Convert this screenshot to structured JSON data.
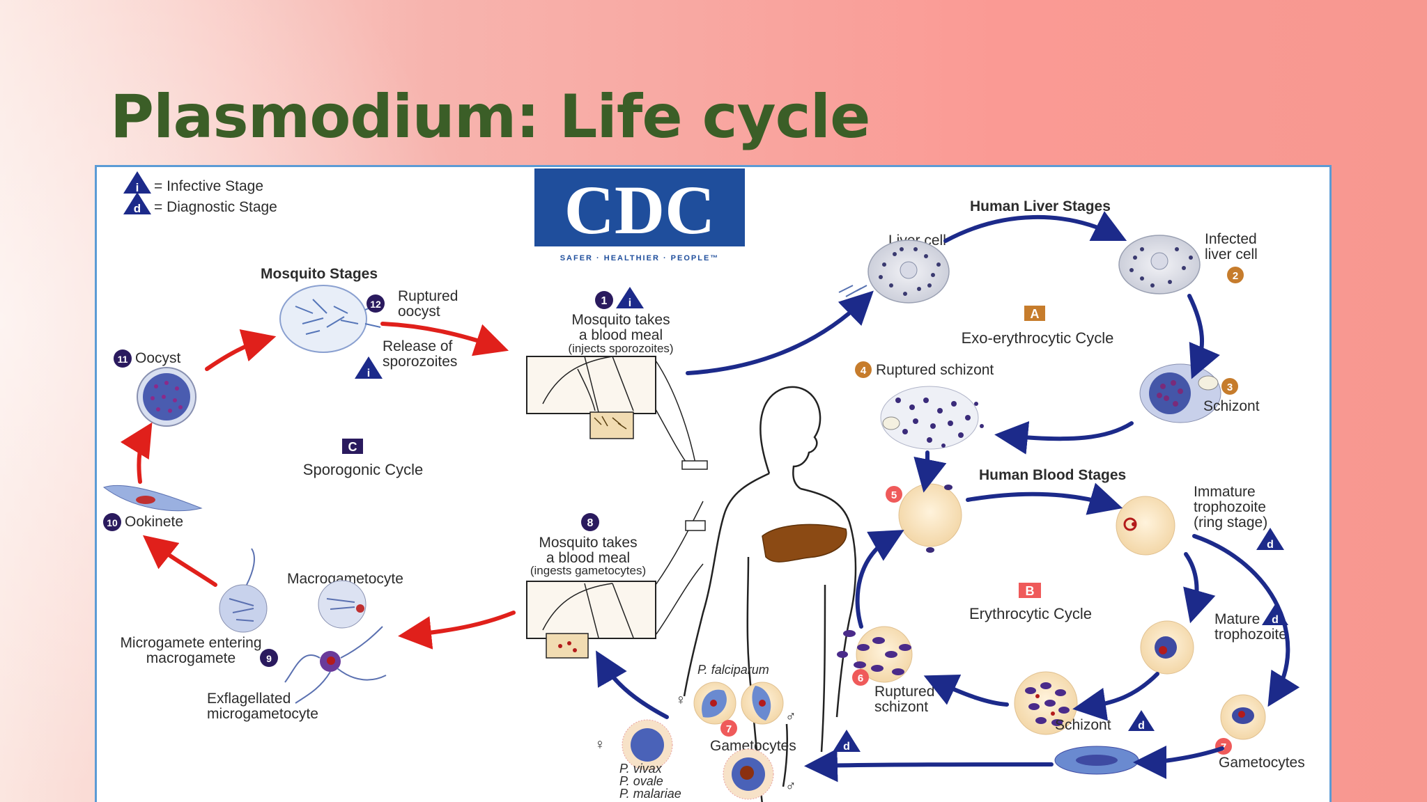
{
  "slide": {
    "title": "Plasmodium: Life cycle"
  },
  "legend": {
    "infective_symbol": "i",
    "infective_text": "= Infective Stage",
    "diagnostic_symbol": "d",
    "diagnostic_text": "= Diagnostic Stage"
  },
  "logo": {
    "text": "CDC",
    "tagline": "SAFER · HEALTHIER · PEOPLE™"
  },
  "sections": {
    "mosquito": "Mosquito Stages",
    "liver": "Human Liver Stages",
    "blood": "Human Blood Stages"
  },
  "cycles": {
    "A": {
      "letter": "A",
      "name": "Exo-erythrocytic Cycle"
    },
    "B": {
      "letter": "B",
      "name": "Erythrocytic Cycle"
    },
    "C": {
      "letter": "C",
      "name": "Sporogonic Cycle"
    }
  },
  "steps": {
    "s1": {
      "num": "1",
      "line1": "Mosquito takes",
      "line2": "a blood meal",
      "line3": "(injects sporozoites)"
    },
    "s2": {
      "num": "2",
      "line1": "Infected",
      "line2": "liver cell"
    },
    "s3": {
      "num": "3",
      "label": "Schizont"
    },
    "s4": {
      "num": "4",
      "label": "Ruptured schizont"
    },
    "s5": {
      "num": "5"
    },
    "s6": {
      "num": "6",
      "line1": "Ruptured",
      "line2": "schizont"
    },
    "s7": {
      "num": "7",
      "label": "Gametocytes"
    },
    "s8": {
      "num": "8",
      "line1": "Mosquito takes",
      "line2": "a blood meal",
      "line3": "(ingests gametocytes)"
    },
    "s9": {
      "num": "9",
      "line1": "Microgamete entering",
      "line2": "macrogamete"
    },
    "s10": {
      "num": "10",
      "label": "Ookinete"
    },
    "s11": {
      "num": "11",
      "label": "Oocyst"
    },
    "s12": {
      "num": "12",
      "line1": "Ruptured",
      "line2": "oocyst"
    }
  },
  "labels": {
    "liver_cell": "Liver cell",
    "release1": "Release of",
    "release2": "sporozoites",
    "macrogametocyte": "Macrogametocyte",
    "exflag1": "Exflagellated",
    "exflag2": "microgametocyte",
    "immature1": "Immature",
    "immature2": "trophozoite",
    "immature3": "(ring stage)",
    "mature1": "Mature",
    "mature2": "trophozoite",
    "schizont_blood": "Schizont",
    "gametocytes_blood": "Gametocytes",
    "p_falciparum": "P. falciparum",
    "p_vivax": "P. vivax",
    "p_ovale": "P. ovale",
    "p_malariae": "P. malariae",
    "female": "♀",
    "male": "♂"
  },
  "colors": {
    "title": "#3b5e27",
    "blue_arrow": "#1c2a8a",
    "red_arrow": "#e0201b",
    "badge_dark": "#2a1a5e",
    "badge_orange": "#c67c2c",
    "badge_pink": "#ef5a5a",
    "cdc_blue": "#1f4e9c"
  }
}
